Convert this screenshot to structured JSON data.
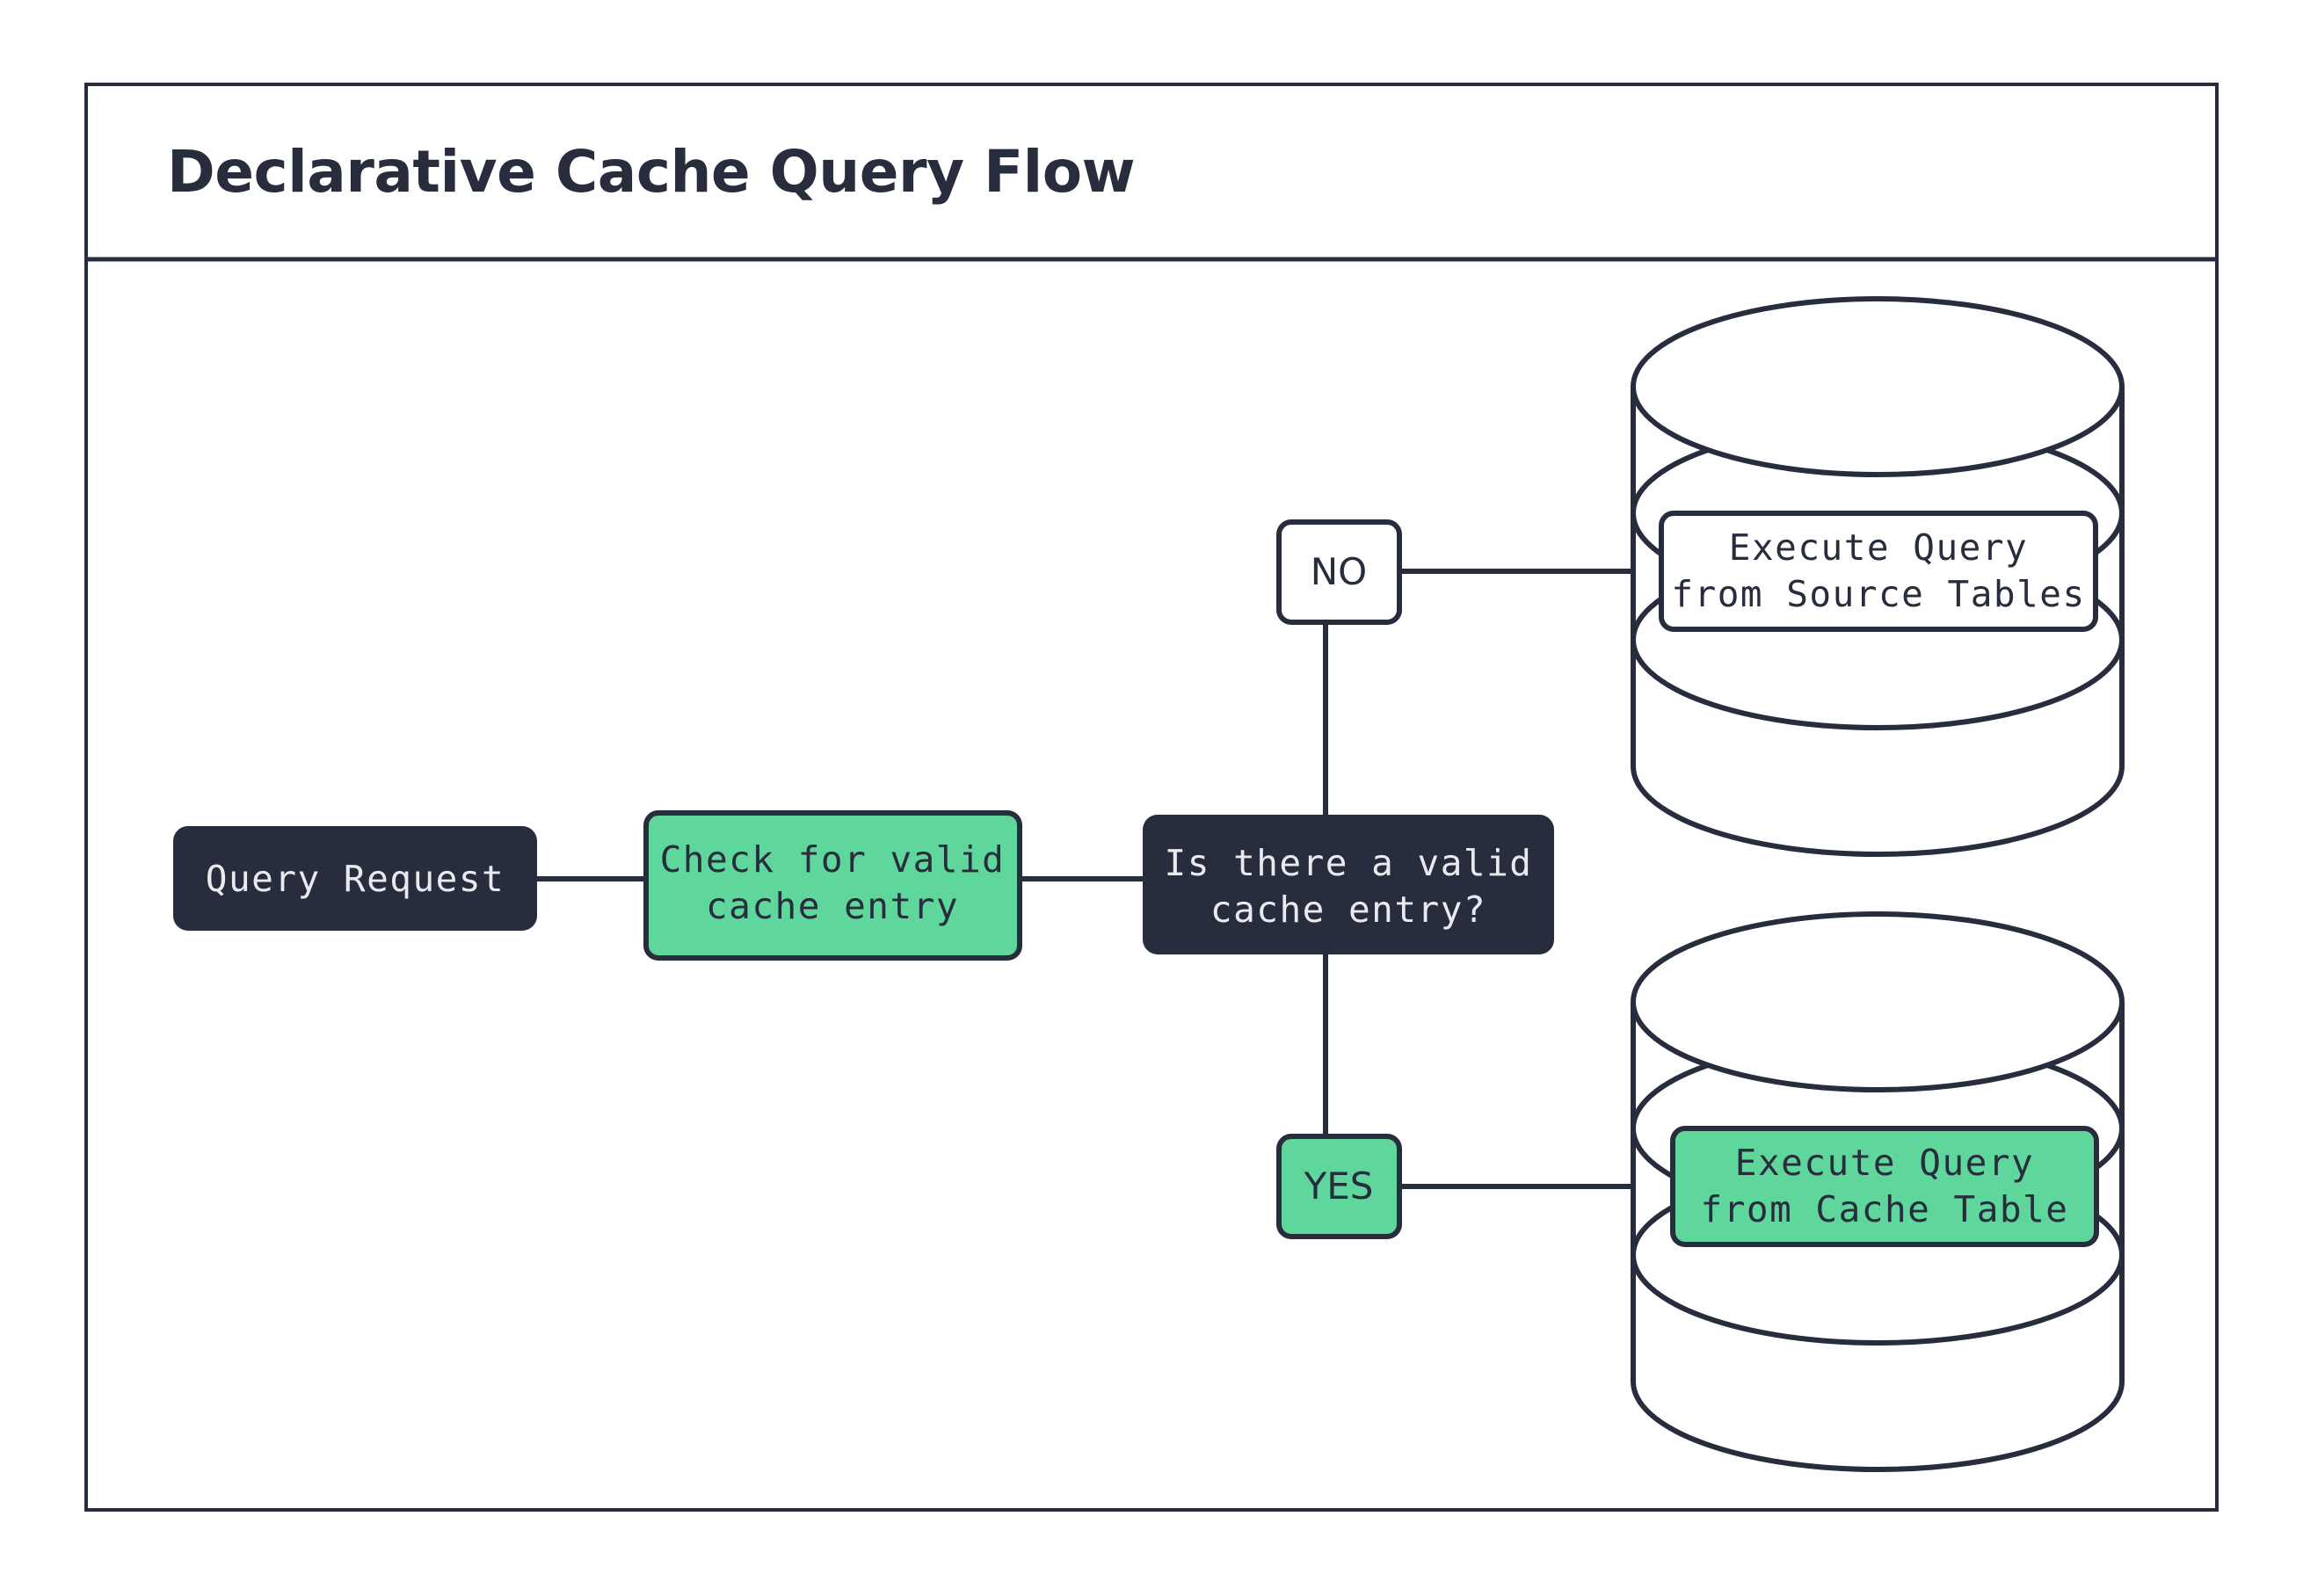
{
  "header": {
    "title": "Declarative Cache Query Flow"
  },
  "colors": {
    "ink": "#272d3d",
    "accent_green": "#5fd69b",
    "surface": "#ffffff",
    "text_on_dark": "#e8eaee"
  },
  "flow": {
    "nodes": [
      {
        "id": "query-request",
        "label": "Query Request",
        "style": "dark",
        "shape": "rounded-rect"
      },
      {
        "id": "check-cache",
        "label_line1": "Check for valid",
        "label_line2": "cache entry",
        "style": "green",
        "shape": "rounded-rect"
      },
      {
        "id": "decision",
        "label_line1": "Is there a valid",
        "label_line2": "cache entry?",
        "style": "dark",
        "shape": "rounded-rect"
      },
      {
        "id": "branch-no",
        "label": "NO",
        "style": "white",
        "shape": "rounded-rect"
      },
      {
        "id": "branch-yes",
        "label": "YES",
        "style": "green",
        "shape": "rounded-rect"
      },
      {
        "id": "source-db",
        "label_line1": "Execute Query",
        "label_line2": "from Source Tables",
        "style": "white",
        "shape": "database-cylinder"
      },
      {
        "id": "cache-db",
        "label_line1": "Execute Query",
        "label_line2": "from Cache Table",
        "style": "green",
        "shape": "database-cylinder"
      }
    ],
    "edges": [
      {
        "from": "query-request",
        "to": "check-cache"
      },
      {
        "from": "check-cache",
        "to": "decision"
      },
      {
        "from": "decision",
        "to": "branch-no"
      },
      {
        "from": "decision",
        "to": "branch-yes"
      },
      {
        "from": "branch-no",
        "to": "source-db"
      },
      {
        "from": "branch-yes",
        "to": "cache-db"
      }
    ]
  }
}
